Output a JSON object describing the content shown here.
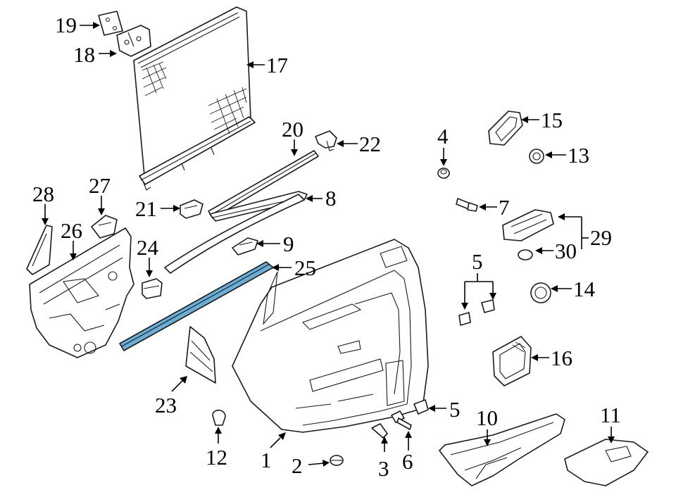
{
  "diagram": {
    "highlight_color": "#6aaed6",
    "callouts": [
      {
        "id": "c1",
        "label": "1"
      },
      {
        "id": "c2",
        "label": "2"
      },
      {
        "id": "c3",
        "label": "3"
      },
      {
        "id": "c4",
        "label": "4"
      },
      {
        "id": "c5a",
        "label": "5"
      },
      {
        "id": "c5b",
        "label": "5"
      },
      {
        "id": "c6",
        "label": "6"
      },
      {
        "id": "c7",
        "label": "7"
      },
      {
        "id": "c8",
        "label": "8"
      },
      {
        "id": "c9",
        "label": "9"
      },
      {
        "id": "c10",
        "label": "10"
      },
      {
        "id": "c11",
        "label": "11"
      },
      {
        "id": "c12",
        "label": "12"
      },
      {
        "id": "c13",
        "label": "13"
      },
      {
        "id": "c14",
        "label": "14"
      },
      {
        "id": "c15",
        "label": "15"
      },
      {
        "id": "c16",
        "label": "16"
      },
      {
        "id": "c17",
        "label": "17"
      },
      {
        "id": "c18",
        "label": "18"
      },
      {
        "id": "c19",
        "label": "19"
      },
      {
        "id": "c20",
        "label": "20"
      },
      {
        "id": "c21",
        "label": "21"
      },
      {
        "id": "c22",
        "label": "22"
      },
      {
        "id": "c23",
        "label": "23"
      },
      {
        "id": "c24",
        "label": "24"
      },
      {
        "id": "c25",
        "label": "25"
      },
      {
        "id": "c26",
        "label": "26"
      },
      {
        "id": "c27",
        "label": "27"
      },
      {
        "id": "c28",
        "label": "28"
      },
      {
        "id": "c29",
        "label": "29"
      },
      {
        "id": "c30",
        "label": "30"
      }
    ]
  }
}
